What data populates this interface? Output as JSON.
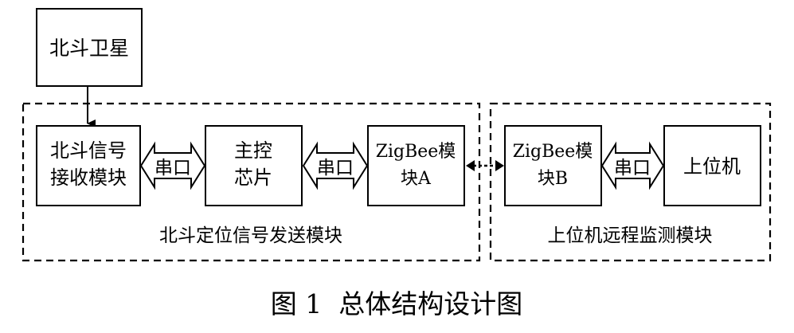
{
  "diagram": {
    "satellite": "北斗卫星",
    "receiver": [
      "北斗信号",
      "接收模块"
    ],
    "mcu": [
      "主控",
      "芯片"
    ],
    "zigbee_a": [
      "ZigBee模",
      "块A"
    ],
    "zigbee_b": [
      "ZigBee模",
      "块B"
    ],
    "host": "上位机",
    "serial_1": "串口",
    "serial_2": "串口",
    "serial_3": "串口",
    "group_left": "北斗定位信号发送模块",
    "group_right": "上位机远程监测模块",
    "caption": "图 1  总体结构设计图"
  }
}
